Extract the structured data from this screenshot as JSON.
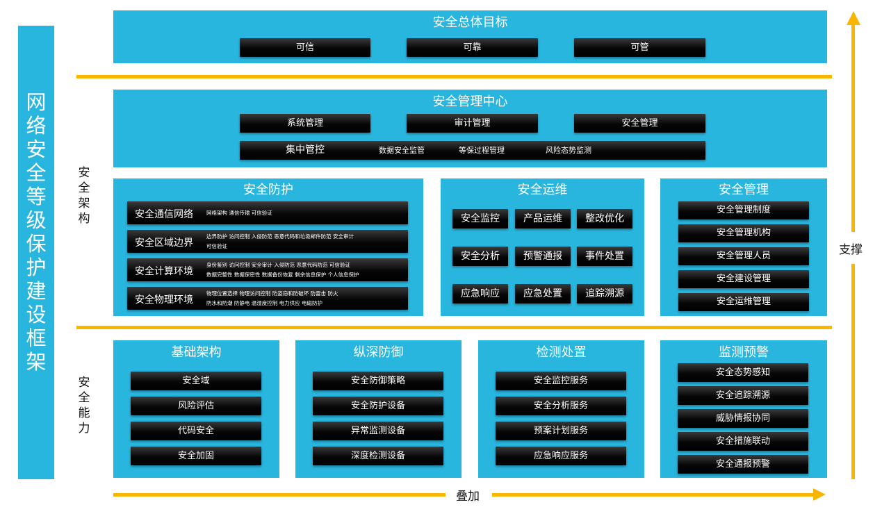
{
  "title_chars": [
    "网",
    "络",
    "安",
    "全",
    "等",
    "级",
    "保",
    "护",
    "建",
    "设",
    "框",
    "架"
  ],
  "side_labels": {
    "architecture": [
      "安",
      "全",
      "架",
      "构"
    ],
    "capability": [
      "安",
      "全",
      "能",
      "力"
    ]
  },
  "arrows": {
    "support_label": "支撑",
    "overlay_label": "叠加"
  },
  "goal": {
    "title": "安全总体目标",
    "items": [
      "可信",
      "可靠",
      "可管"
    ]
  },
  "mgmt_center": {
    "title": "安全管理中心",
    "items": [
      "系统管理",
      "审计管理",
      "安全管理"
    ],
    "central": {
      "label": "集中管控",
      "subs": [
        "数据安全监管",
        "等保过程管理",
        "风险态势监测"
      ]
    }
  },
  "protection": {
    "title": "安全防护",
    "domains": [
      {
        "name": "安全通信网络",
        "lines": [
          "网络架构  通信传输  可信验证"
        ]
      },
      {
        "name": "安全区域边界",
        "lines": [
          "边界防护  访问控制  入侵防范  恶意代码和垃圾邮件防范  安全审计",
          "可信验证"
        ]
      },
      {
        "name": "安全计算环境",
        "lines": [
          "身份鉴别  访问控制  安全审计  入侵防范  恶意代码防范  可信验证",
          "数据完整性  数据保密性  数据备份恢复  剩余信息保护  个人信息保护"
        ]
      },
      {
        "name": "安全物理环境",
        "lines": [
          "物理位置选择  物理访问控制  防盗窃和防破坏  防雷击  防火",
          "防水和防潮  防静电  温湿度控制  电力供应  电磁防护"
        ]
      }
    ]
  },
  "operations": {
    "title": "安全运维",
    "grid": [
      [
        "安全监控",
        "产品运维",
        "整改优化"
      ],
      [
        "安全分析",
        "预警通报",
        "事件处置"
      ],
      [
        "应急响应",
        "应急处置",
        "追踪溯源"
      ]
    ]
  },
  "management": {
    "title": "安全管理",
    "items": [
      "安全管理制度",
      "安全管理机构",
      "安全管理人员",
      "安全建设管理",
      "安全运维管理"
    ]
  },
  "capabilities": [
    {
      "title": "基础架构",
      "items": [
        "安全域",
        "风险评估",
        "代码安全",
        "安全加固"
      ]
    },
    {
      "title": "纵深防御",
      "items": [
        "安全防御策略",
        "安全防护设备",
        "异常监测设备",
        "深度检测设备"
      ]
    },
    {
      "title": "检测处置",
      "items": [
        "安全监控服务",
        "安全分析服务",
        "预案计划服务",
        "应急响应服务"
      ]
    },
    {
      "title": "监测预警",
      "items": [
        "安全态势感知",
        "安全追踪溯源",
        "威胁情报协同",
        "安全措施联动",
        "安全通报预警"
      ]
    }
  ],
  "colors": {
    "panel": "#29b6de",
    "button": "#000000",
    "accent": "#f8b600"
  }
}
